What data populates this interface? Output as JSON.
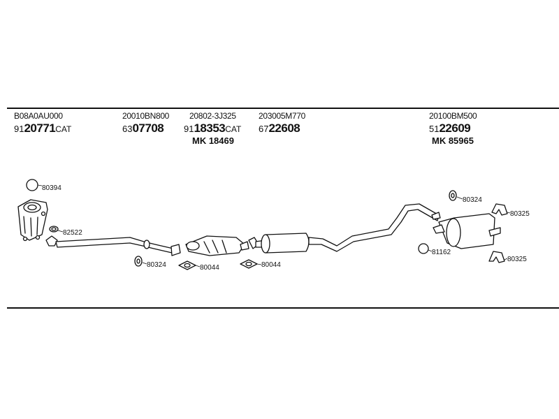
{
  "parts": [
    {
      "oe": "B08A0AU000",
      "prefix": "91",
      "number": "20771",
      "suffix": "CAT",
      "mk": ""
    },
    {
      "oe": "20010BN800",
      "prefix": "63",
      "number": "07708",
      "suffix": "",
      "mk": ""
    },
    {
      "oe": "20802-3J325",
      "prefix": "91",
      "number": "18353",
      "suffix": "CAT",
      "mk": "MK 18469"
    },
    {
      "oe": "203005M770",
      "prefix": "67",
      "number": "22608",
      "suffix": "",
      "mk": ""
    },
    {
      "oe": "20100BM500",
      "prefix": "51",
      "number": "22609",
      "suffix": "",
      "mk": "MK 85965"
    }
  ],
  "codes": {
    "c80394": "80394",
    "c82522": "82522",
    "c80324_left": "80324",
    "c80044_a": "80044",
    "c80044_b": "80044",
    "c80324_right": "80324",
    "c80325_top": "80325",
    "c81162": "81162",
    "c80325_bottom": "80325"
  }
}
